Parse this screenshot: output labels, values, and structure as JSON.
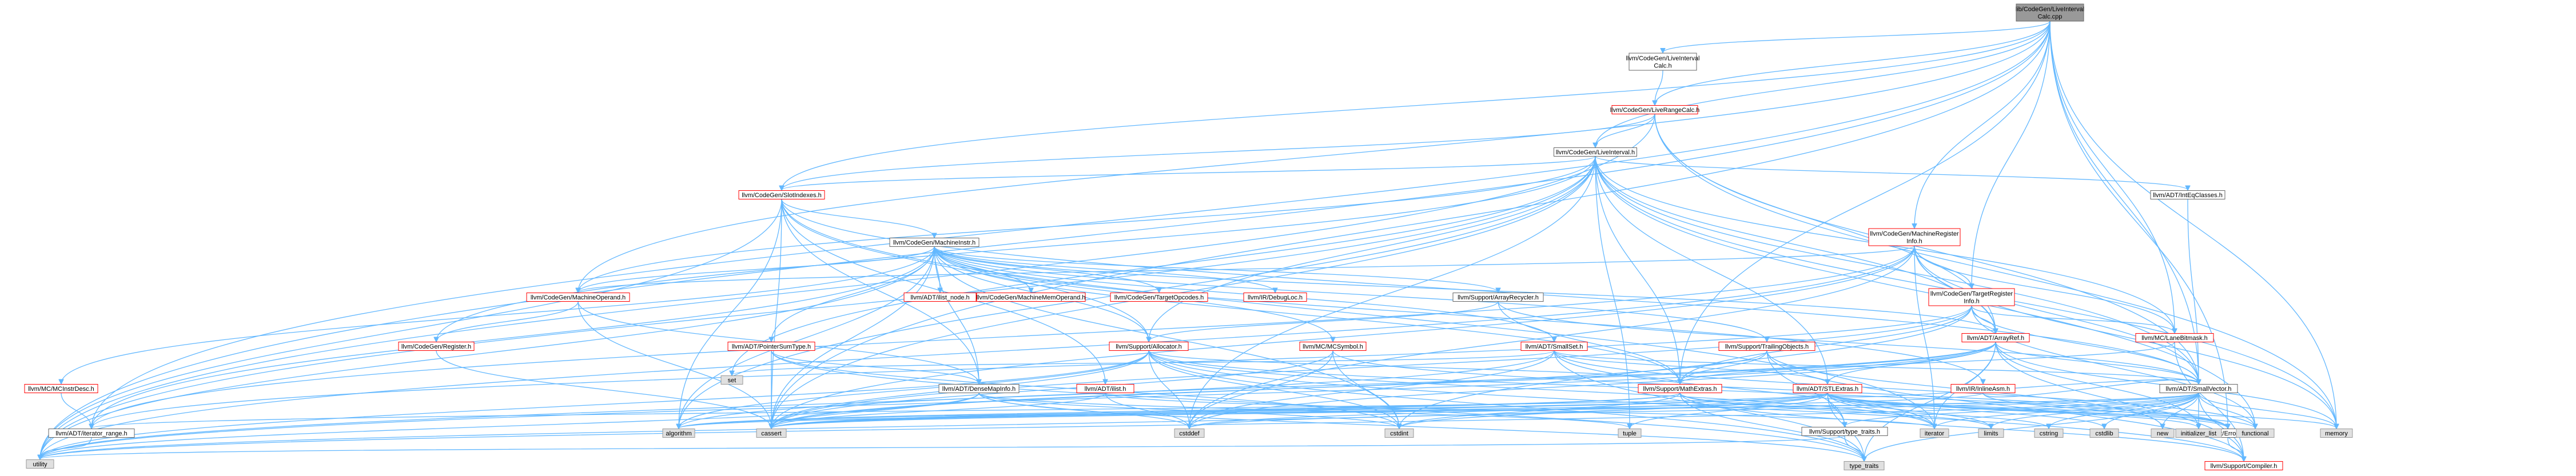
{
  "colors": {
    "edge": "#63b8ff",
    "root_fill": "#999999",
    "root_border": "#666666",
    "normal_border": "#666666",
    "linked_border": "#ff0000",
    "system_fill": "#e0e0e0",
    "system_border": "#999999",
    "text": "#000000"
  },
  "nodes": [
    {
      "id": "root",
      "lines": [
        "lib/CodeGen/LiveInterval",
        "Calc.cpp"
      ],
      "kind": "root"
    },
    {
      "id": "livecalc_h",
      "lines": [
        "llvm/CodeGen/LiveInterval",
        "Calc.h"
      ],
      "kind": "normal"
    },
    {
      "id": "liverangecalc",
      "lines": [
        "llvm/CodeGen/LiveRangeCalc.h"
      ],
      "kind": "linked"
    },
    {
      "id": "liveinterval",
      "lines": [
        "llvm/CodeGen/LiveInterval.h"
      ],
      "kind": "normal"
    },
    {
      "id": "slotindexes",
      "lines": [
        "llvm/CodeGen/SlotIndexes.h"
      ],
      "kind": "linked"
    },
    {
      "id": "intEqClasses",
      "lines": [
        "llvm/ADT/IntEqClasses.h"
      ],
      "kind": "normal"
    },
    {
      "id": "machinereginfo",
      "lines": [
        "llvm/CodeGen/MachineRegister",
        "Info.h"
      ],
      "kind": "linked"
    },
    {
      "id": "machineinstr",
      "lines": [
        "llvm/CodeGen/MachineInstr.h"
      ],
      "kind": "normal"
    },
    {
      "id": "targetreginfo",
      "lines": [
        "llvm/CodeGen/TargetRegister",
        "Info.h"
      ],
      "kind": "linked"
    },
    {
      "id": "machineoperand",
      "lines": [
        "llvm/CodeGen/MachineOperand.h"
      ],
      "kind": "linked"
    },
    {
      "id": "ilist_node",
      "lines": [
        "llvm/ADT/ilist_node.h"
      ],
      "kind": "linked"
    },
    {
      "id": "machinememop",
      "lines": [
        "llvm/CodeGen/MachineMemOperand.h"
      ],
      "kind": "linked"
    },
    {
      "id": "targetopcodes",
      "lines": [
        "llvm/CodeGen/TargetOpcodes.h"
      ],
      "kind": "linked"
    },
    {
      "id": "debugloc",
      "lines": [
        "llvm/IR/DebugLoc.h"
      ],
      "kind": "linked"
    },
    {
      "id": "arrayrecycler",
      "lines": [
        "llvm/Support/ArrayRecycler.h"
      ],
      "kind": "normal"
    },
    {
      "id": "lanebitmask",
      "lines": [
        "llvm/MC/LaneBitmask.h"
      ],
      "kind": "linked"
    },
    {
      "id": "arrayref",
      "lines": [
        "llvm/ADT/ArrayRef.h"
      ],
      "kind": "linked"
    },
    {
      "id": "register",
      "lines": [
        "llvm/CodeGen/Register.h"
      ],
      "kind": "linked"
    },
    {
      "id": "pointersumtype",
      "lines": [
        "llvm/ADT/PointerSumType.h"
      ],
      "kind": "linked"
    },
    {
      "id": "allocator",
      "lines": [
        "llvm/Support/Allocator.h"
      ],
      "kind": "linked"
    },
    {
      "id": "mcsymbol",
      "lines": [
        "llvm/MC/MCSymbol.h"
      ],
      "kind": "linked"
    },
    {
      "id": "smallset",
      "lines": [
        "llvm/ADT/SmallSet.h"
      ],
      "kind": "linked"
    },
    {
      "id": "trailingobjects",
      "lines": [
        "llvm/Support/TrailingObjects.h"
      ],
      "kind": "linked"
    },
    {
      "id": "mcinstrdesc",
      "lines": [
        "llvm/MC/MCInstrDesc.h"
      ],
      "kind": "linked"
    },
    {
      "id": "densemapinfo",
      "lines": [
        "llvm/ADT/DenseMapInfo.h"
      ],
      "kind": "normal"
    },
    {
      "id": "ilist_h",
      "lines": [
        "llvm/ADT/ilist.h"
      ],
      "kind": "linked"
    },
    {
      "id": "mathextras",
      "lines": [
        "llvm/Support/MathExtras.h"
      ],
      "kind": "linked"
    },
    {
      "id": "stlextras",
      "lines": [
        "llvm/ADT/STLExtras.h"
      ],
      "kind": "linked"
    },
    {
      "id": "inlineasm",
      "lines": [
        "llvm/IR/InlineAsm.h"
      ],
      "kind": "linked"
    },
    {
      "id": "smallvector",
      "lines": [
        "llvm/ADT/SmallVector.h"
      ],
      "kind": "normal"
    },
    {
      "id": "set",
      "lines": [
        "set"
      ],
      "kind": "system"
    },
    {
      "id": "iterator_range",
      "lines": [
        "llvm/ADT/iterator_range.h"
      ],
      "kind": "normal"
    },
    {
      "id": "type_traits_support",
      "lines": [
        "llvm/Support/type_traits.h"
      ],
      "kind": "normal"
    },
    {
      "id": "errorhandling",
      "lines": [
        "llvm/Support/ErrorHandling.h"
      ],
      "kind": "normal"
    },
    {
      "id": "compiler",
      "lines": [
        "llvm/Support/Compiler.h"
      ],
      "kind": "linked"
    },
    {
      "id": "algorithm",
      "lines": [
        "algorithm"
      ],
      "kind": "system"
    },
    {
      "id": "cassert",
      "lines": [
        "cassert"
      ],
      "kind": "system"
    },
    {
      "id": "cstddef",
      "lines": [
        "cstddef"
      ],
      "kind": "system"
    },
    {
      "id": "cstdint",
      "lines": [
        "cstdint"
      ],
      "kind": "system"
    },
    {
      "id": "tuple",
      "lines": [
        "tuple"
      ],
      "kind": "system"
    },
    {
      "id": "iterator",
      "lines": [
        "iterator"
      ],
      "kind": "system"
    },
    {
      "id": "limits",
      "lines": [
        "limits"
      ],
      "kind": "system"
    },
    {
      "id": "cstring",
      "lines": [
        "cstring"
      ],
      "kind": "system"
    },
    {
      "id": "cstdlib",
      "lines": [
        "cstdlib"
      ],
      "kind": "system"
    },
    {
      "id": "new",
      "lines": [
        "new"
      ],
      "kind": "system"
    },
    {
      "id": "initializer_list",
      "lines": [
        "initializer_list"
      ],
      "kind": "system"
    },
    {
      "id": "functional",
      "lines": [
        "functional"
      ],
      "kind": "system"
    },
    {
      "id": "memory",
      "lines": [
        "memory"
      ],
      "kind": "system"
    },
    {
      "id": "utility",
      "lines": [
        "utility"
      ],
      "kind": "system"
    },
    {
      "id": "type_traits",
      "lines": [
        "type_traits"
      ],
      "kind": "system"
    }
  ],
  "edges": [
    [
      "root",
      "livecalc_h"
    ],
    [
      "root",
      "liverangecalc"
    ],
    [
      "root",
      "liveinterval"
    ],
    [
      "root",
      "slotindexes"
    ],
    [
      "root",
      "machinereginfo"
    ],
    [
      "root",
      "machineoperand"
    ],
    [
      "root",
      "targetreginfo"
    ],
    [
      "root",
      "lanebitmask"
    ],
    [
      "root",
      "mathextras"
    ],
    [
      "root",
      "errorhandling"
    ],
    [
      "root",
      "smallvector"
    ],
    [
      "root",
      "iterator_range"
    ],
    [
      "root",
      "cassert"
    ],
    [
      "root",
      "utility"
    ],
    [
      "root",
      "memory"
    ],
    [
      "livecalc_h",
      "liverangecalc"
    ],
    [
      "liverangecalc",
      "liveinterval"
    ],
    [
      "liverangecalc",
      "slotindexes"
    ],
    [
      "liverangecalc",
      "arrayref"
    ],
    [
      "liverangecalc",
      "smallvector"
    ],
    [
      "liverangecalc",
      "utility"
    ],
    [
      "liverangecalc",
      "memory"
    ],
    [
      "liveinterval",
      "slotindexes"
    ],
    [
      "liveinterval",
      "intEqClasses"
    ],
    [
      "liveinterval",
      "register"
    ],
    [
      "liveinterval",
      "machineoperand"
    ],
    [
      "liveinterval",
      "lanebitmask"
    ],
    [
      "liveinterval",
      "arrayref"
    ],
    [
      "liveinterval",
      "stlextras"
    ],
    [
      "liveinterval",
      "smallvector"
    ],
    [
      "liveinterval",
      "mathextras"
    ],
    [
      "liveinterval",
      "allocator"
    ],
    [
      "liveinterval",
      "algorithm"
    ],
    [
      "liveinterval",
      "cassert"
    ],
    [
      "liveinterval",
      "cstddef"
    ],
    [
      "liveinterval",
      "functional"
    ],
    [
      "liveinterval",
      "memory"
    ],
    [
      "liveinterval",
      "set"
    ],
    [
      "liveinterval",
      "tuple"
    ],
    [
      "liveinterval",
      "utility"
    ],
    [
      "slotindexes",
      "machineinstr"
    ],
    [
      "slotindexes",
      "allocator"
    ],
    [
      "slotindexes",
      "densemapinfo"
    ],
    [
      "slotindexes",
      "ilist_h"
    ],
    [
      "slotindexes",
      "smallvector"
    ],
    [
      "slotindexes",
      "algorithm"
    ],
    [
      "slotindexes",
      "cassert"
    ],
    [
      "slotindexes",
      "iterator"
    ],
    [
      "slotindexes",
      "utility"
    ],
    [
      "intEqClasses",
      "smallvector"
    ],
    [
      "machinereginfo",
      "targetreginfo"
    ],
    [
      "machinereginfo",
      "lanebitmask"
    ],
    [
      "machinereginfo",
      "arrayref"
    ],
    [
      "machinereginfo",
      "smallvector"
    ],
    [
      "machinereginfo",
      "machineoperand"
    ],
    [
      "machinereginfo",
      "cassert"
    ],
    [
      "machinereginfo",
      "cstddef"
    ],
    [
      "machinereginfo",
      "iterator"
    ],
    [
      "machinereginfo",
      "memory"
    ],
    [
      "machinereginfo",
      "utility"
    ],
    [
      "machinereginfo",
      "iterator_range"
    ],
    [
      "targetreginfo",
      "lanebitmask"
    ],
    [
      "targetreginfo",
      "arrayref"
    ],
    [
      "targetreginfo",
      "smallvector"
    ],
    [
      "targetreginfo",
      "mathextras"
    ],
    [
      "targetreginfo",
      "cassert"
    ],
    [
      "targetreginfo",
      "cstdint"
    ],
    [
      "targetreginfo",
      "functional"
    ],
    [
      "targetreginfo",
      "iterator_range"
    ],
    [
      "machineinstr",
      "machineoperand"
    ],
    [
      "machineinstr",
      "ilist_node"
    ],
    [
      "machineinstr",
      "machinememop"
    ],
    [
      "machineinstr",
      "targetopcodes"
    ],
    [
      "machineinstr",
      "debugloc"
    ],
    [
      "machineinstr",
      "arrayrecycler"
    ],
    [
      "machineinstr",
      "pointersumtype"
    ],
    [
      "machineinstr",
      "allocator"
    ],
    [
      "machineinstr",
      "mcsymbol"
    ],
    [
      "machineinstr",
      "smallset"
    ],
    [
      "machineinstr",
      "trailingobjects"
    ],
    [
      "machineinstr",
      "mcinstrdesc"
    ],
    [
      "machineinstr",
      "densemapinfo"
    ],
    [
      "machineinstr",
      "inlineasm"
    ],
    [
      "machineinstr",
      "arrayref"
    ],
    [
      "machineinstr",
      "iterator_range"
    ],
    [
      "machineinstr",
      "mathextras"
    ],
    [
      "machineinstr",
      "algorithm"
    ],
    [
      "machineinstr",
      "cassert"
    ],
    [
      "machineinstr",
      "cstdint"
    ],
    [
      "machineinstr",
      "utility"
    ],
    [
      "machineoperand",
      "register"
    ],
    [
      "machineoperand",
      "densemapinfo"
    ],
    [
      "machineoperand",
      "cassert"
    ],
    [
      "register",
      "cassert"
    ],
    [
      "arrayrecycler",
      "allocator"
    ],
    [
      "arrayrecycler",
      "mathextras"
    ],
    [
      "arrayrecycler",
      "smallvector"
    ],
    [
      "pointersumtype",
      "densemapinfo"
    ],
    [
      "pointersumtype",
      "cassert"
    ],
    [
      "pointersumtype",
      "cstdint"
    ],
    [
      "pointersumtype",
      "type_traits"
    ],
    [
      "allocator",
      "compiler"
    ],
    [
      "allocator",
      "mathextras"
    ],
    [
      "allocator",
      "errorhandling"
    ],
    [
      "allocator",
      "algorithm"
    ],
    [
      "allocator",
      "cassert"
    ],
    [
      "allocator",
      "cstddef"
    ],
    [
      "allocator",
      "cstdint"
    ],
    [
      "allocator",
      "iterator"
    ],
    [
      "allocator",
      "type_traits"
    ],
    [
      "allocator",
      "utility"
    ],
    [
      "mcsymbol",
      "cassert"
    ],
    [
      "mcsymbol",
      "cstddef"
    ],
    [
      "mcsymbol",
      "cstdint"
    ],
    [
      "mcsymbol",
      "errorhandling"
    ],
    [
      "smallset",
      "smallvector"
    ],
    [
      "smallset",
      "stlextras"
    ],
    [
      "smallset",
      "iterator"
    ],
    [
      "smallset",
      "set"
    ],
    [
      "smallset",
      "utility"
    ],
    [
      "smallset",
      "type_traits"
    ],
    [
      "smallset",
      "cstddef"
    ],
    [
      "smallset",
      "functional"
    ],
    [
      "trailingobjects",
      "mathextras"
    ],
    [
      "trailingobjects",
      "type_traits_support"
    ],
    [
      "trailingobjects",
      "cassert"
    ],
    [
      "trailingobjects",
      "new"
    ],
    [
      "trailingobjects",
      "compiler"
    ],
    [
      "mcinstrdesc",
      "iterator_range"
    ],
    [
      "densemapinfo",
      "cassert"
    ],
    [
      "densemapinfo",
      "cstddef"
    ],
    [
      "densemapinfo",
      "cstdint"
    ],
    [
      "densemapinfo",
      "tuple"
    ],
    [
      "densemapinfo",
      "type_traits"
    ],
    [
      "densemapinfo",
      "utility"
    ],
    [
      "ilist_h",
      "iterator"
    ],
    [
      "ilist_h",
      "cassert"
    ],
    [
      "ilist_h",
      "cstddef"
    ],
    [
      "mathextras",
      "compiler"
    ],
    [
      "mathextras",
      "algorithm"
    ],
    [
      "mathextras",
      "cassert"
    ],
    [
      "mathextras",
      "cstdint"
    ],
    [
      "mathextras",
      "limits"
    ],
    [
      "mathextras",
      "type_traits"
    ],
    [
      "mathextras",
      "cstring"
    ],
    [
      "stlextras",
      "iterator_range"
    ],
    [
      "stlextras",
      "type_traits_support"
    ],
    [
      "stlextras",
      "errorhandling"
    ],
    [
      "stlextras",
      "smallvector"
    ],
    [
      "stlextras",
      "algorithm"
    ],
    [
      "stlextras",
      "cassert"
    ],
    [
      "stlextras",
      "cstddef"
    ],
    [
      "stlextras",
      "cstdint"
    ],
    [
      "stlextras",
      "cstdlib"
    ],
    [
      "stlextras",
      "functional"
    ],
    [
      "stlextras",
      "initializer_list"
    ],
    [
      "stlextras",
      "iterator"
    ],
    [
      "stlextras",
      "limits"
    ],
    [
      "stlextras",
      "memory"
    ],
    [
      "stlextras",
      "optional"
    ],
    [
      "stlextras",
      "tuple"
    ],
    [
      "stlextras",
      "type_traits"
    ],
    [
      "stlextras",
      "utility"
    ],
    [
      "inlineasm",
      "smallvector"
    ],
    [
      "inlineasm",
      "errorhandling"
    ],
    [
      "inlineasm",
      "cassert"
    ],
    [
      "arrayref",
      "smallvector"
    ],
    [
      "arrayref",
      "stlextras"
    ],
    [
      "arrayref",
      "compiler"
    ],
    [
      "arrayref",
      "algorithm"
    ],
    [
      "arrayref",
      "cassert"
    ],
    [
      "arrayref",
      "cstddef"
    ],
    [
      "arrayref",
      "initializer_list"
    ],
    [
      "arrayref",
      "iterator"
    ],
    [
      "arrayref",
      "memory"
    ],
    [
      "arrayref",
      "type_traits"
    ],
    [
      "arrayref",
      "utility"
    ],
    [
      "lanebitmask",
      "compiler"
    ],
    [
      "lanebitmask",
      "mathextras"
    ],
    [
      "smallvector",
      "compiler"
    ],
    [
      "smallvector",
      "type_traits_support"
    ],
    [
      "smallvector",
      "algorithm"
    ],
    [
      "smallvector",
      "cassert"
    ],
    [
      "smallvector",
      "cstddef"
    ],
    [
      "smallvector",
      "cstdlib"
    ],
    [
      "smallvector",
      "cstring"
    ],
    [
      "smallvector",
      "functional"
    ],
    [
      "smallvector",
      "initializer_list"
    ],
    [
      "smallvector",
      "iterator"
    ],
    [
      "smallvector",
      "limits"
    ],
    [
      "smallvector",
      "memory"
    ],
    [
      "smallvector",
      "new"
    ],
    [
      "smallvector",
      "type_traits"
    ],
    [
      "smallvector",
      "utility"
    ],
    [
      "iterator_range",
      "utility"
    ],
    [
      "type_traits_support",
      "type_traits"
    ],
    [
      "type_traits_support",
      "utility"
    ],
    [
      "errorhandling",
      "compiler"
    ]
  ]
}
